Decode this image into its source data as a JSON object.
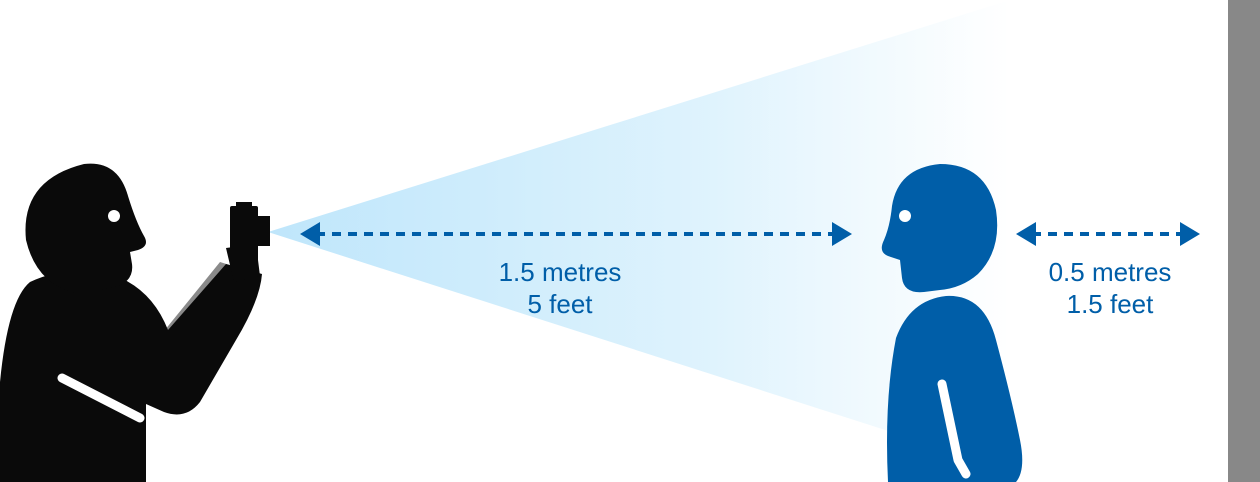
{
  "colors": {
    "accent": "#005EA8",
    "photographer": "#0a0a0a",
    "shadow": "#8a8a8a",
    "wall": "#888888",
    "beam": "#bfe6fb"
  },
  "icons": [
    "photographer-figure",
    "camera-icon",
    "subject-figure",
    "wall"
  ],
  "measurements": {
    "camera_to_subject": {
      "line1": "1.5 metres",
      "line2": "5 feet"
    },
    "subject_to_wall": {
      "line1": "0.5 metres",
      "line2": "1.5 feet"
    }
  }
}
